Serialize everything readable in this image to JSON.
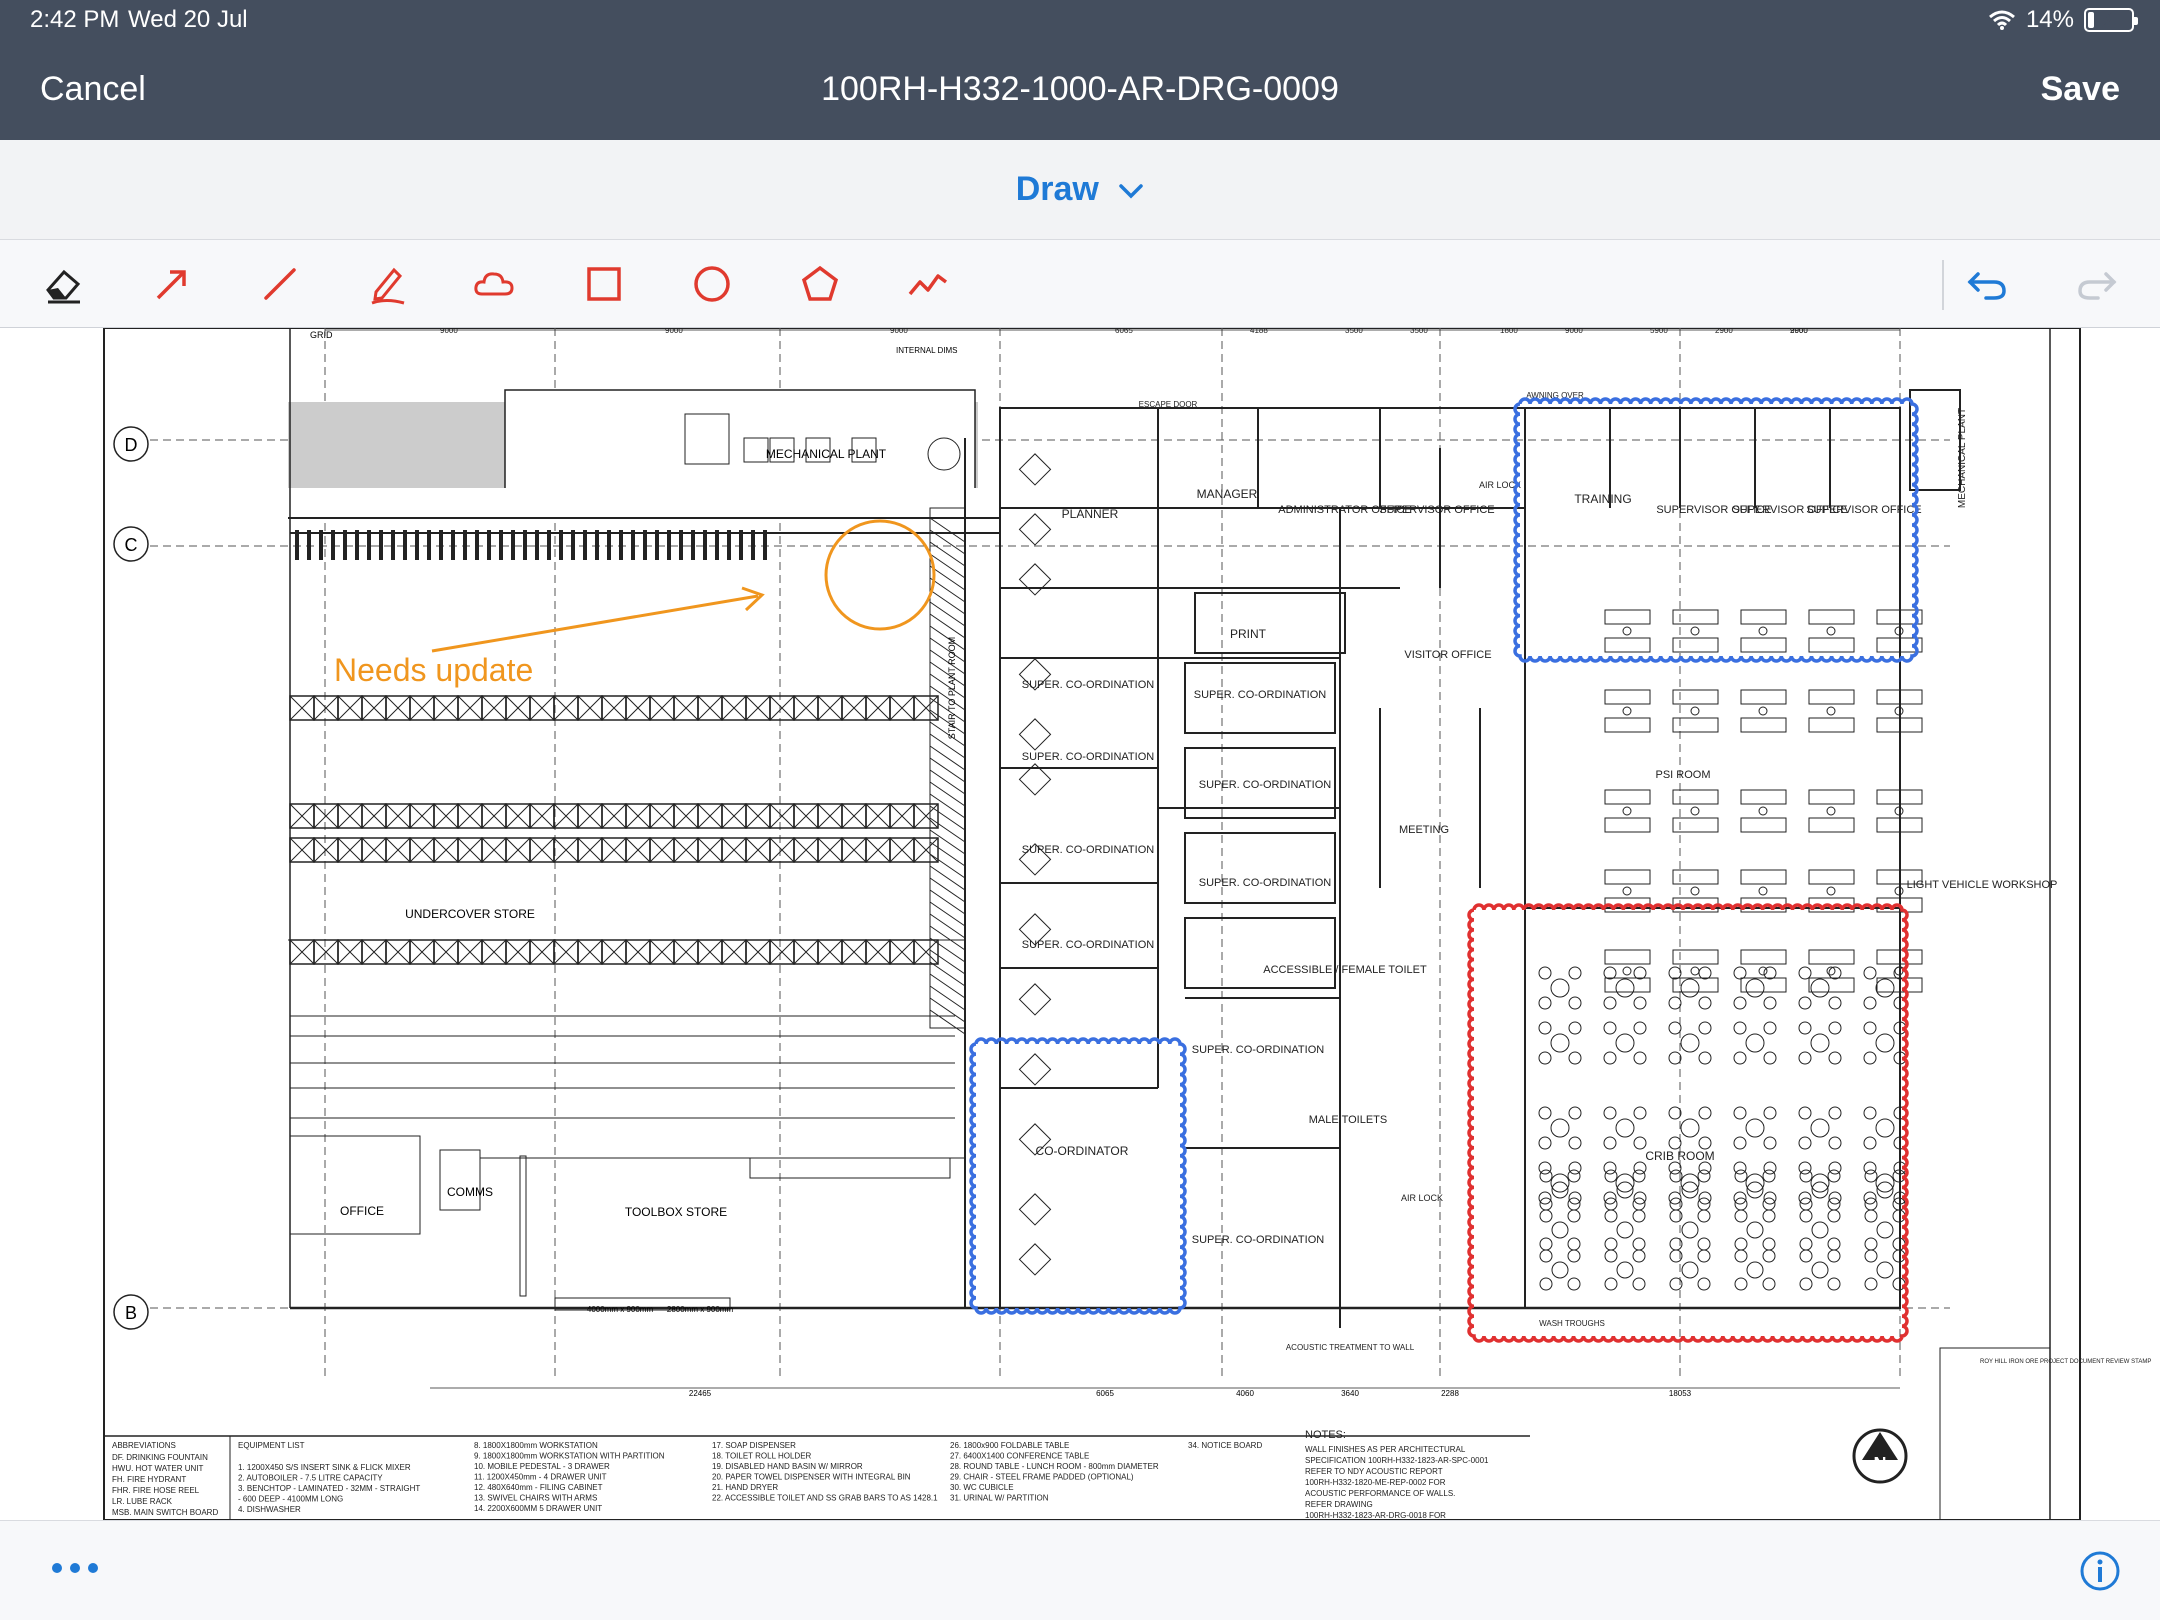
{
  "status": {
    "time": "2:42 PM",
    "date": "Wed 20 Jul",
    "battery": "14%",
    "battery_level": 0.14
  },
  "nav": {
    "cancel": "Cancel",
    "title": "100RH-H332-1000-AR-DRG-0009",
    "save": "Save"
  },
  "mode": {
    "label": "Draw"
  },
  "tools": [
    {
      "name": "eraser-icon"
    },
    {
      "name": "arrow-icon"
    },
    {
      "name": "line-icon"
    },
    {
      "name": "pen-icon"
    },
    {
      "name": "cloud-icon"
    },
    {
      "name": "rectangle-icon"
    },
    {
      "name": "circle-icon"
    },
    {
      "name": "polygon-icon"
    },
    {
      "name": "polyline-icon"
    },
    {
      "name": "undo-icon"
    },
    {
      "name": "redo-icon"
    }
  ],
  "colors": {
    "nav_bg": "#444e5e",
    "accent": "#1f7ad6",
    "tool_red": "#e03a2e",
    "annotation_orange": "#f0961e",
    "annotation_blue": "#3a6fe0",
    "annotation_red": "#e03030"
  },
  "annotation": {
    "note": "Needs update"
  },
  "drawing": {
    "grid_label": "GRID",
    "dims_top": [
      "9000",
      "9000",
      "9000",
      "6065",
      "4188",
      "3500",
      "3500",
      "1800",
      "9000",
      "5900",
      "2900",
      "2900",
      "9000"
    ],
    "internal_dims": "INTERNAL DIMS",
    "grid_left": [
      "D",
      "C",
      "B"
    ],
    "rooms": {
      "mechanical_plant": "MECHANICAL PLANT",
      "mechanical_plant_right": "MECHANICAL PLANT",
      "planner": "PLANNER",
      "manager": "MANAGER",
      "admin_office": "ADMINISTRATOR OFFICE",
      "supervisor_office": "SUPERVISOR OFFICE",
      "training": "TRAINING",
      "supervisor_1": "SUPERVISOR OFFICE",
      "supervisor_2": "SUPERVISOR OFFICE",
      "supervisor_3": "SUPERVISOR OFFICE",
      "print": "PRINT",
      "visitor_office": "VISITOR OFFICE",
      "super_coord": "SUPER. CO-ORDINATION",
      "meeting": "MEETING",
      "psi_room": "PSI ROOM",
      "light_vehicle": "LIGHT VEHICLE WORKSHOP",
      "undercover_store": "UNDERCOVER STORE",
      "accessible_toilet": "ACCESSIBLE / FEMALE TOILET",
      "male_toilets": "MALE TOILETS",
      "co_ordinator": "CO-ORDINATOR",
      "crib_room": "CRIB ROOM",
      "office": "OFFICE",
      "comms": "COMMS",
      "toolbox_store": "TOOLBOX STORE",
      "wash_troughs": "WASH TROUGHS",
      "air_lock": "AIR LOCK",
      "escape_door": "ESCAPE DOOR",
      "awning_over": "AWNING OVER",
      "acoustic": "ACOUSTIC TREATMENT TO WALL",
      "stair": "STAIR TO PLANT ROOM",
      "fwb_1": "4000mm x 900mm",
      "fwb_2": "2800mm x 900mm",
      "bottom_dims": [
        "22465",
        "6065",
        "4060",
        "3640",
        "2288",
        "18053"
      ]
    },
    "legend": {
      "abbreviations_title": "ABBREVIATIONS",
      "abbreviations": [
        "DF. DRINKING FOUNTAIN",
        "HWU. HOT WATER UNIT",
        "FH. FIRE HYDRANT",
        "FHR. FIRE HOSE REEL",
        "LR. LUBE RACK",
        "MSB. MAIN SWITCH BOARD"
      ],
      "equipment_title": "EQUIPMENT LIST",
      "equipment_col1": [
        "1. 1200X450 S/S INSERT SINK & FLICK MIXER",
        "2. AUTOBOILER - 7.5 LITRE CAPACITY",
        "3. BENCHTOP - LAMINATED - 32MM - STRAIGHT",
        "- 600 DEEP - 4100MM LONG",
        "4. DISHWASHER"
      ],
      "equipment_col2": [
        "8. 1800X1800mm WORKSTATION",
        "9. 1800X1800mm WORKSTATION WITH PARTITION",
        "10. MOBILE PEDESTAL - 3 DRAWER",
        "11. 1200X450mm - 4 DRAWER UNIT",
        "12. 480X640mm - FILING CABINET",
        "13. SWIVEL CHAIRS WITH ARMS",
        "14. 2200X600MM 5 DRAWER UNIT"
      ],
      "equipment_col3": [
        "17. SOAP DISPENSER",
        "18. TOILET ROLL HOLDER",
        "19. DISABLED HAND BASIN W/ MIRROR",
        "20. PAPER TOWEL DISPENSER WITH INTEGRAL BIN",
        "21. HAND DRYER",
        "22. ACCESSIBLE TOILET AND SS GRAB BARS TO AS 1428.1"
      ],
      "equipment_col4": [
        "26. 1800x900 FOLDABLE TABLE",
        "27. 6400X1400 CONFERENCE TABLE",
        "28. ROUND TABLE - LUNCH ROOM - 800mm DIAMETER",
        "29. CHAIR - STEEL FRAME PADDED (OPTIONAL)",
        "30. WC CUBICLE",
        "31. URINAL W/ PARTITION"
      ],
      "equipment_col5": [
        "34. NOTICE BOARD"
      ],
      "notes_title": "NOTES:",
      "notes": [
        "WALL FINISHES AS PER ARCHITECTURAL",
        "SPECIFICATION 100RH-H332-1823-AR-SPC-0001",
        "REFER TO NDY ACOUSTIC REPORT",
        "100RH-H332-1820-ME-REP-0002 FOR",
        "ACOUSTIC PERFORMANCE OF WALLS.",
        "REFER DRAWING",
        "100RH-H332-1823-AR-DRG-0018 FOR"
      ],
      "stamp_title": "ROY HILL IRON ORE PROJECT DOCUMENT REVIEW STAMP",
      "north": "N"
    }
  }
}
